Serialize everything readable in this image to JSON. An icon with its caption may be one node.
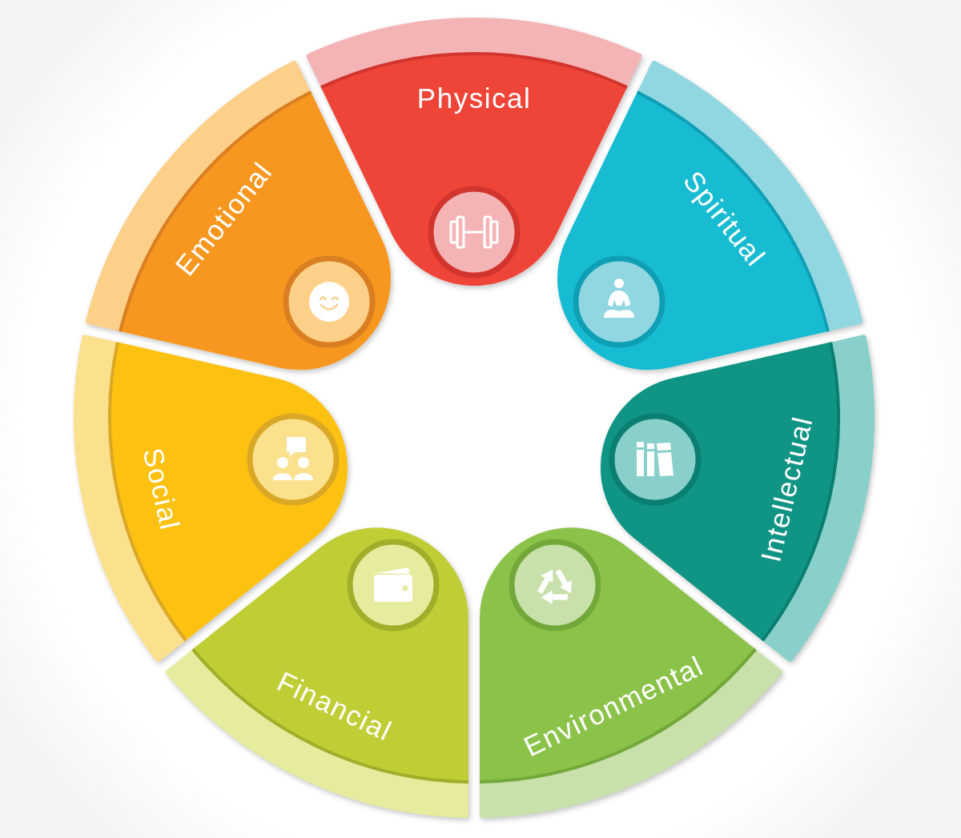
{
  "diagram": {
    "nodes": [
      {
        "text": [
          "Physical"
        ]
      },
      {
        "text": [
          "Spiritual"
        ]
      },
      {
        "text": [
          "Intellectual"
        ]
      },
      {
        "text": [
          "Environmental"
        ]
      },
      {
        "text": [
          "Financial"
        ]
      },
      {
        "text": [
          "Social"
        ]
      },
      {
        "text": [
          "Emotional"
        ]
      }
    ]
  }
}
